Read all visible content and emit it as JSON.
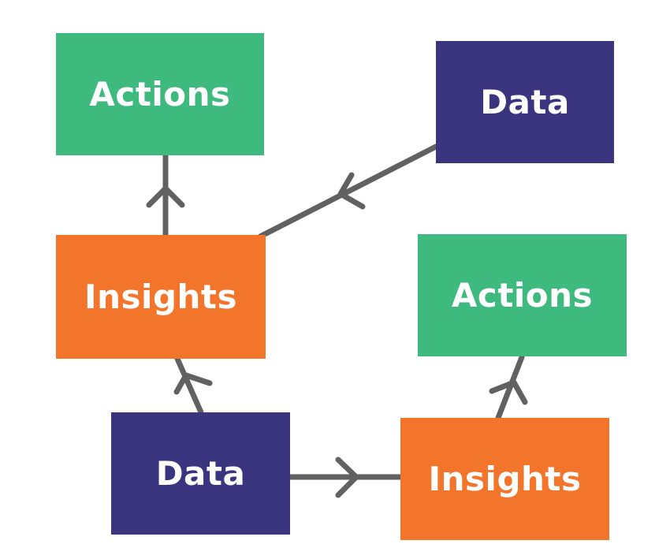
{
  "colors": {
    "actions": "#3fba7e",
    "data": "#3b347e",
    "insights": "#f2752b",
    "connector": "#616161"
  },
  "nodes": {
    "actions_top_left": {
      "label": "Actions"
    },
    "data_top_right": {
      "label": "Data"
    },
    "insights_mid_left": {
      "label": "Insights"
    },
    "actions_mid_right": {
      "label": "Actions"
    },
    "data_bottom_left": {
      "label": "Data"
    },
    "insights_bottom_right": {
      "label": "Insights"
    }
  }
}
